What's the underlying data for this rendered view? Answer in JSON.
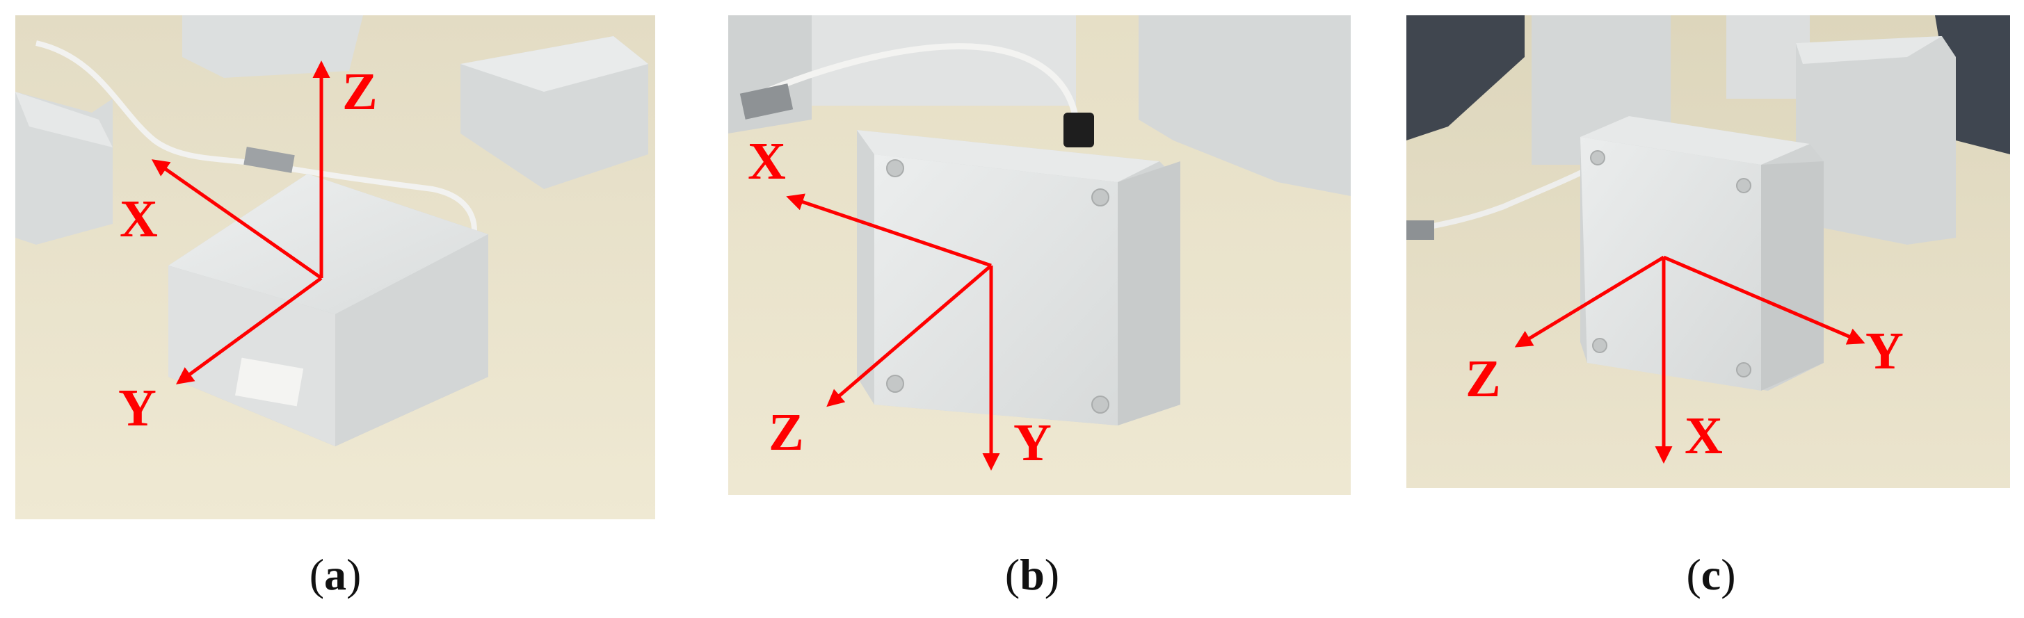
{
  "panels": [
    {
      "id": "a",
      "caption_open": "(",
      "caption_letter": "a",
      "caption_close": ")",
      "axes": {
        "x": "X",
        "y": "Y",
        "z": "Z"
      }
    },
    {
      "id": "b",
      "caption_open": "(",
      "caption_letter": "b",
      "caption_close": ")",
      "axes": {
        "x": "X",
        "y": "Y",
        "z": "Z"
      }
    },
    {
      "id": "c",
      "caption_open": "(",
      "caption_letter": "c",
      "caption_close": ")",
      "axes": {
        "x": "X",
        "y": "Y",
        "z": "Z"
      }
    }
  ],
  "colors": {
    "arrow": "#ff0000",
    "table": "#ece6cf",
    "box": "#e2e4e4"
  }
}
